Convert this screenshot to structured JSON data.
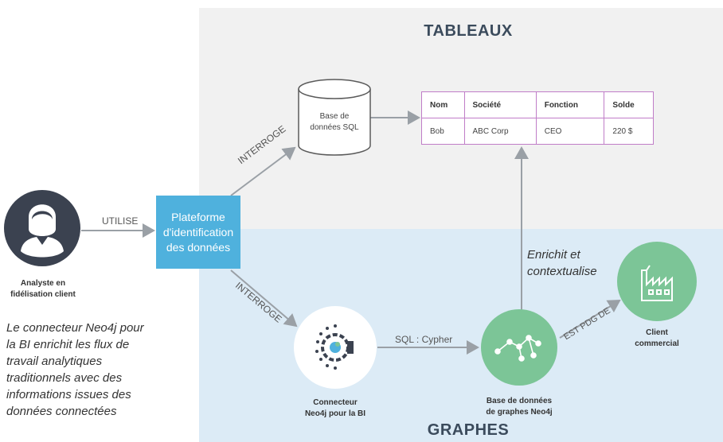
{
  "sections": {
    "tables_title": "TABLEAUX",
    "graphs_title": "GRAPHES"
  },
  "analyst": {
    "label_line1": "Analyste en",
    "label_line2": "fidélisation client"
  },
  "platform": {
    "line1": "Plateforme",
    "line2": "d'identification",
    "line3": "des données"
  },
  "sql_db": {
    "line1": "Base de",
    "line2": "données SQL"
  },
  "table": {
    "headers": [
      "Nom",
      "Société",
      "Fonction",
      "Solde"
    ],
    "row": [
      "Bob",
      "ABC Corp",
      "CEO",
      "220 $"
    ]
  },
  "connector": {
    "line1": "Connecteur",
    "line2": "Neo4j pour la BI"
  },
  "graph_db": {
    "line1": "Base de données",
    "line2": "de graphes Neo4j"
  },
  "client": {
    "line1": "Client",
    "line2": "commercial"
  },
  "edges": {
    "uses": "UTILISE",
    "queries_top": "INTERROGE",
    "queries_bottom": "INTERROGE",
    "sql_cypher": "SQL : Cypher",
    "ceo_of": "EST PDG DE",
    "enrich_line1": "Enrichit et",
    "enrich_line2": "contextualise"
  },
  "caption": {
    "line1": "Le connecteur Neo4j pour",
    "line2": "la BI enrichit les flux de",
    "line3": "travail analytiques",
    "line4": "traditionnels avec des",
    "line5": "informations issues des",
    "line6": "données connectées"
  },
  "colors": {
    "platform": "#4fb1dd",
    "graph_green": "#7cc597",
    "table_border": "#c07dc8",
    "avatar": "#3b4250"
  }
}
